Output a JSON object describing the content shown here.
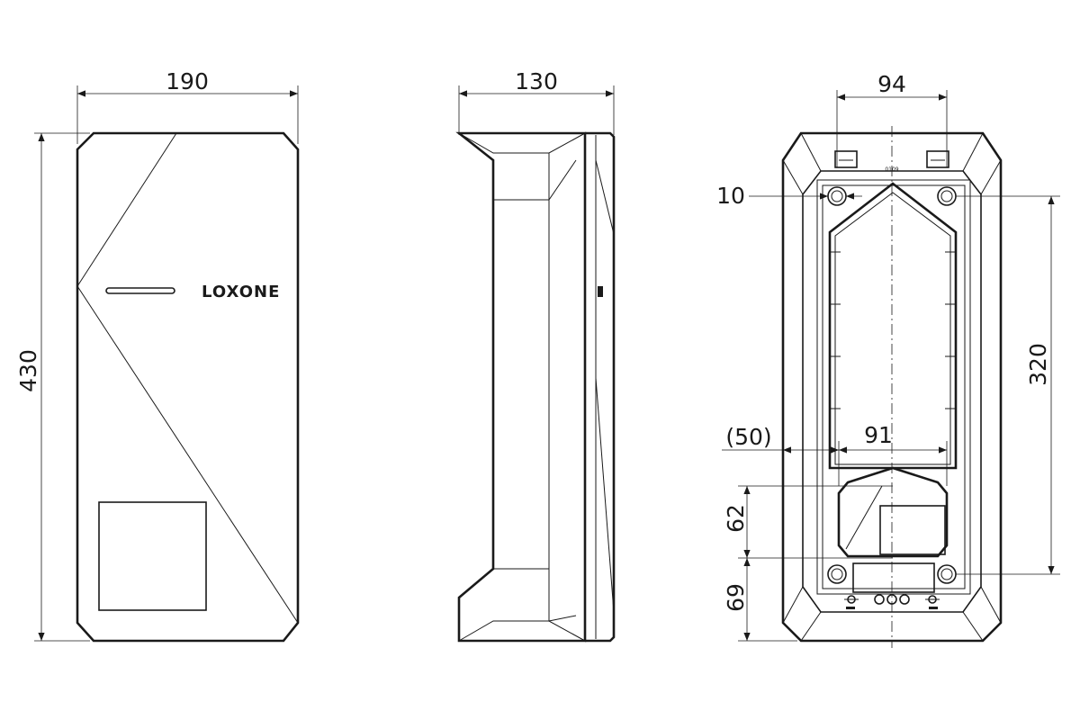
{
  "front_view": {
    "width_label": "190",
    "height_label": "430",
    "logo": "LOXONE"
  },
  "side_view": {
    "depth_label": "130"
  },
  "back_view": {
    "hole_spacing_top_label": "94",
    "hole_diameter_label": "10",
    "hole_spacing_vertical_label": "320",
    "side_offset_label": "(50)",
    "inner_width_label": "91",
    "cutout_height_label": "62",
    "bottom_offset_label": "69",
    "part_label": "0109"
  }
}
